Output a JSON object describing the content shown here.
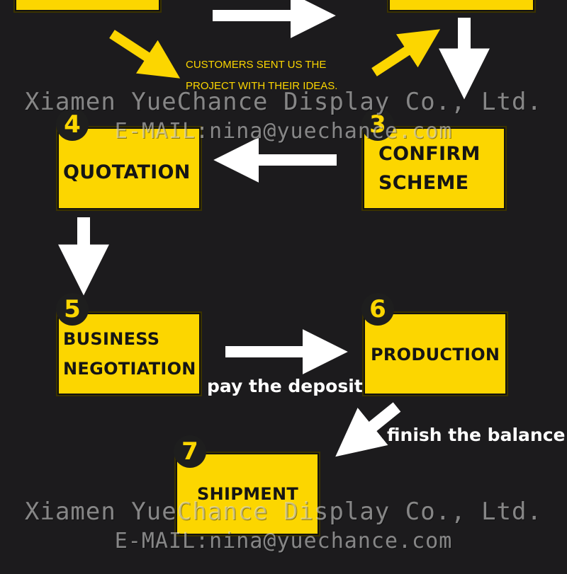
{
  "notes": {
    "customers_line1": "CUSTOMERS SENT US THE",
    "customers_line2": "PROJECT WITH THEIR IDEAS."
  },
  "steps": [
    {
      "number": "3",
      "lines": [
        "CONFIRM",
        "SCHEME"
      ]
    },
    {
      "number": "4",
      "lines": [
        "QUOTATION"
      ]
    },
    {
      "number": "5",
      "lines": [
        "BUSINESS",
        "NEGOTIATION"
      ]
    },
    {
      "number": "6",
      "lines": [
        "PRODUCTION"
      ]
    },
    {
      "number": "7",
      "lines": [
        "SHIPMENT"
      ]
    }
  ],
  "captions": {
    "deposit": "pay the deposit",
    "balance": "finish the balance"
  },
  "watermark": {
    "company": "Xiamen YueChance Display Co., Ltd.",
    "email": "E-MAIL:nina@yuechance.com"
  },
  "colors": {
    "background": "#1c1b1d",
    "box": "#fcd600",
    "arrow_white": "#ffffff",
    "arrow_yellow": "#fcd600"
  }
}
